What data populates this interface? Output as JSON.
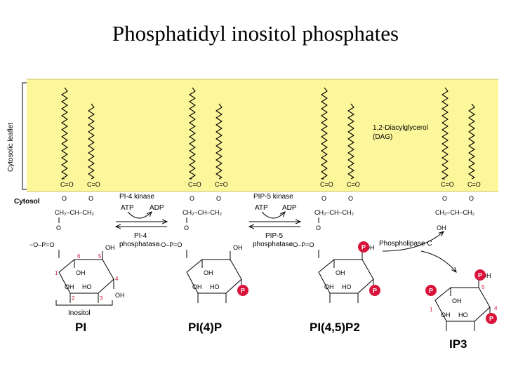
{
  "title": "Phosphatidyl inositol phosphates",
  "side_label": "Cytosolic leaflet",
  "cytosol_label": "Cytosol",
  "dag_label": [
    "1,2-Diacylglycerol",
    "(DAG)"
  ],
  "inositol_label": "Inositol",
  "compounds": [
    {
      "id": "pi",
      "name": "PI"
    },
    {
      "id": "pi4p",
      "name": "PI(4)P"
    },
    {
      "id": "pi45p2",
      "name": "PI(4,5)P2"
    },
    {
      "id": "ip3",
      "name": "IP3"
    }
  ],
  "reactions": [
    {
      "forward_enzyme": "PI-4 kinase",
      "cofactors": [
        "ATP",
        "ADP"
      ],
      "reverse_enzyme": [
        "PI-4",
        "phosphatase"
      ]
    },
    {
      "forward_enzyme": "PIP-5 kinase",
      "cofactors": [
        "ATP",
        "ADP"
      ],
      "reverse_enzyme": [
        "PIP-5",
        "phosphatase"
      ]
    },
    {
      "forward_enzyme": "Phospholipase C"
    }
  ],
  "chem_labels": {
    "carbonyl": "C=O",
    "oxygen": "O",
    "ch2": "CH",
    "ch": "CH",
    "sub2": "2",
    "phosphate_line": "O–P=O",
    "minus_o": "−O",
    "oh": "OH",
    "ho": "HO",
    "phospho": "P"
  },
  "ring_numbers": [
    "1",
    "2",
    "3",
    "4",
    "5",
    "6"
  ],
  "colors": {
    "membrane": "#fdf79b",
    "phospho_badge": "#d9143a",
    "ring_numbers": "#cc1f3a"
  }
}
